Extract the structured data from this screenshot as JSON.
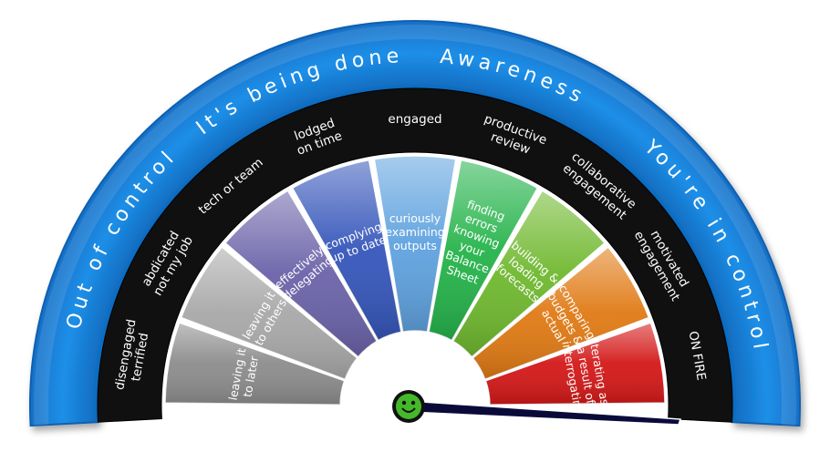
{
  "outer_ring": {
    "left_label": "Out of control",
    "upper_left_label": "It's being done",
    "top_label": "Awareness",
    "right_label": "You're in control"
  },
  "black_band": [
    {
      "lines": [
        "disengaged",
        "terrified"
      ]
    },
    {
      "lines": [
        "abdicated",
        "not my job"
      ]
    },
    {
      "lines": [
        "tech or team"
      ]
    },
    {
      "lines": [
        "lodged",
        "on time"
      ]
    },
    {
      "lines": [
        "engaged"
      ]
    },
    {
      "lines": [
        "productive",
        "review"
      ]
    },
    {
      "lines": [
        "collaborative",
        "engagement"
      ]
    },
    {
      "lines": [
        "motivated",
        "engagement"
      ]
    },
    {
      "lines": [
        "ON FIRE"
      ]
    }
  ],
  "segments": [
    {
      "lines": [
        "leaving it",
        "to later"
      ],
      "color": "#8c8c8c"
    },
    {
      "lines": [
        "leaving it",
        "to others"
      ],
      "color": "#a8a8a8"
    },
    {
      "lines": [
        "effectively",
        "delegating"
      ],
      "color": "#6a62a8"
    },
    {
      "lines": [
        "complying",
        "up to date"
      ],
      "color": "#3556ba"
    },
    {
      "lines": [
        "curiously",
        "examining",
        "outputs"
      ],
      "color": "#5fa2df"
    },
    {
      "lines": [
        "finding",
        "errors",
        "knowing",
        "your",
        "Balance",
        "Sheet"
      ],
      "color": "#25b34a"
    },
    {
      "lines": [
        "building &",
        "loading",
        "forecasts"
      ],
      "color": "#6fb82e"
    },
    {
      "lines": [
        "comparing",
        "budgets &",
        "actual"
      ],
      "color": "#e07a14"
    },
    {
      "lines": [
        "iterating as",
        "a result of",
        "interrogating"
      ],
      "color": "#d41818"
    }
  ],
  "colors": {
    "outer_ring": "#1a87e0",
    "outer_ring_dark": "#0b5fb0",
    "black_band": "#101010",
    "needle_face": "#44b82a"
  },
  "needle": {
    "icon": "smiley-face-icon"
  }
}
